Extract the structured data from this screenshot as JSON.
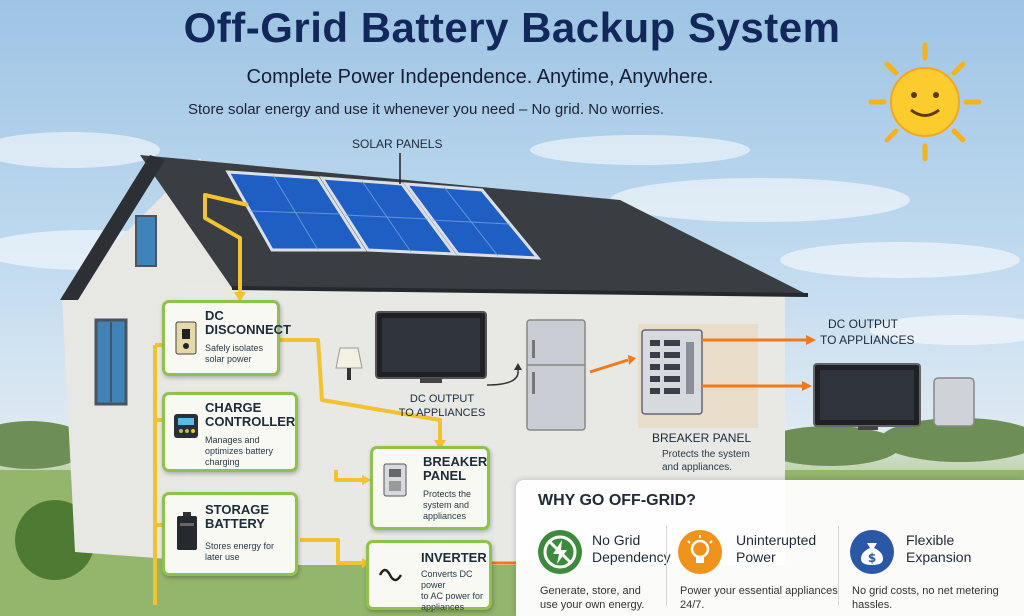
{
  "header": {
    "title": "Off-Grid Battery Backup System",
    "subtitle": "Complete Power Independence. Anytime, Anywhere.",
    "tagline": "Store solar energy and use it whenever you need – No grid. No worries."
  },
  "labels": {
    "solar_panels": "SOLAR PANELS",
    "dc_output_inside": [
      "DC OUTPUT",
      "TO APPLIANCES"
    ],
    "dc_output_outside": [
      "DC OUTPUT",
      "TO APPLIANCES"
    ],
    "breaker_panel_main": "BREAKER PANEL",
    "breaker_panel_main_desc": [
      "Protects the system",
      "and appliances."
    ]
  },
  "components": [
    {
      "id": "dc-disconnect",
      "title": [
        "DC",
        "DISCONNECT"
      ],
      "desc": [
        "Safely isolates",
        "solar power"
      ]
    },
    {
      "id": "charge-controller",
      "title": [
        "CHARGE",
        "CONTROLLER"
      ],
      "desc": [
        "Manages and",
        "optimizes battery",
        "charging"
      ]
    },
    {
      "id": "storage-battery",
      "title": [
        "STORAGE",
        "BATTERY"
      ],
      "desc": [
        "Stores energy for",
        "later use"
      ]
    },
    {
      "id": "breaker-panel",
      "title": [
        "BREAKER",
        "PANEL"
      ],
      "desc": [
        "Protects the",
        "system and",
        "appliances"
      ]
    },
    {
      "id": "inverter",
      "title": [
        "INVERTER"
      ],
      "desc": [
        "Converts DC power",
        "to AC power for",
        "appliances"
      ]
    }
  ],
  "why": {
    "title": "WHY GO OFF-GRID?",
    "benefits": [
      {
        "title": [
          "No Grid",
          "Dependency"
        ],
        "desc": [
          "Generate, store, and",
          "use your own energy."
        ],
        "icon": "lightning-slash-icon",
        "color": "#3d8a3a"
      },
      {
        "title": [
          "Uninterupted",
          "Power"
        ],
        "desc": [
          "Power your essential appliances",
          "24/7."
        ],
        "icon": "lightbulb-icon",
        "color": "#f0931c"
      },
      {
        "title": [
          "Flexible",
          "Expansion"
        ],
        "desc": [
          "No grid costs, no net metering",
          "hassles."
        ],
        "icon": "money-bag-icon",
        "color": "#2a57a6"
      }
    ]
  },
  "colors": {
    "title": "#13285a",
    "wire": "#f2c230",
    "arrow": "#f07a1a",
    "card_border": "#8fc24c"
  }
}
